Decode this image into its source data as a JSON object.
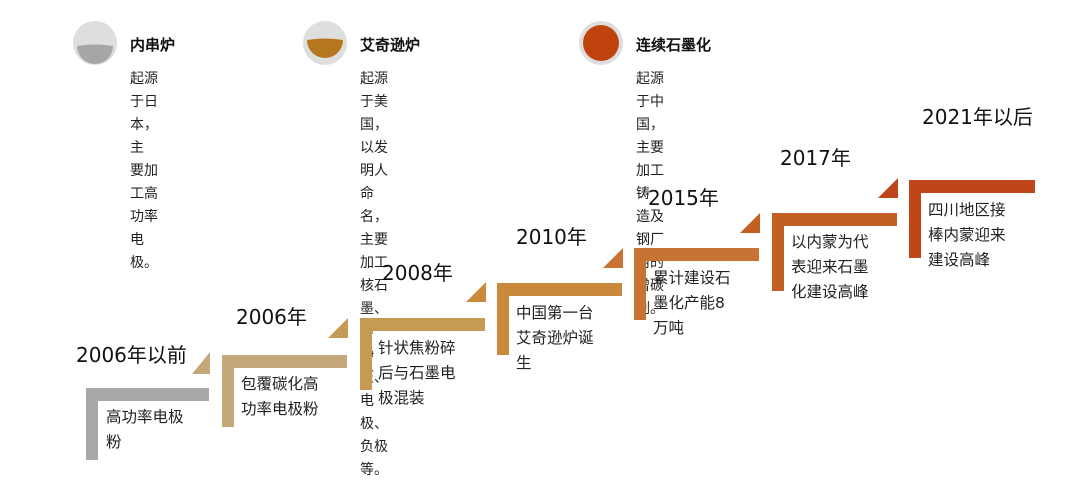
{
  "legend": [
    {
      "title": "内串炉",
      "desc": [
        "起源于日本，主",
        "要加工高功率电",
        "极。"
      ],
      "color": "#a6a6a6",
      "style": "half"
    },
    {
      "title": "艾奇逊炉",
      "desc": [
        "起源于美国，以发明人命",
        "名，主要加工核石墨、等",
        "静压、电极、负极等。"
      ],
      "color": "#b5771e",
      "style": "half"
    },
    {
      "title": "连续石墨化",
      "desc": [
        "起源于中国，主要加工铸",
        "造及钢厂用的增碳剂。"
      ],
      "color": "#c0430e",
      "style": "full"
    }
  ],
  "timeline": [
    {
      "year": "2006年以前",
      "text": [
        "高功率电极",
        "粉"
      ],
      "color": "#a8a8a8"
    },
    {
      "year": "2006年",
      "text": [
        "包覆碳化高",
        "功率电极粉"
      ],
      "color": "#c4a77a"
    },
    {
      "year": "2008年",
      "text": [
        "针状焦粉碎",
        "后与石墨电",
        "极混装"
      ],
      "color": "#c59a52"
    },
    {
      "year": "2010年",
      "text": [
        "中国第一台",
        "艾奇逊炉诞",
        "生"
      ],
      "color": "#c98a3c"
    },
    {
      "year": "2015年",
      "text": [
        "累计建设石",
        "墨化产能8",
        "万吨"
      ],
      "color": "#c87233"
    },
    {
      "year": "2017年",
      "text": [
        "以内蒙为代",
        "表迎来石墨",
        "化建设高峰"
      ],
      "color": "#c45f22"
    },
    {
      "year": "2021年以后",
      "text": [
        "四川地区接",
        "棒内蒙迎来",
        "建设高峰"
      ],
      "color": "#c0451a"
    }
  ]
}
